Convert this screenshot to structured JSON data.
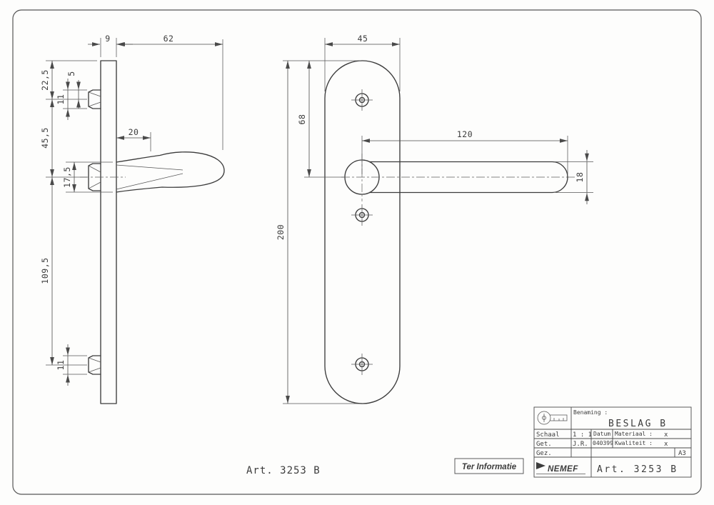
{
  "side_view": {
    "plate_thickness": "9",
    "handle_length": "62",
    "dim_22_5": "22,5",
    "dim_5": "5",
    "dim_11_top": "11",
    "dim_45_5": "45,5",
    "dim_20": "20",
    "dim_17_5": "17,5",
    "dim_109_5": "109,5",
    "dim_11_bottom": "11"
  },
  "front_view": {
    "plate_width": "45",
    "dim_68": "68",
    "plate_height": "200",
    "lever_length": "120",
    "lever_height": "18"
  },
  "annotations": {
    "art_number": "Art.  3253 B",
    "stamp": "Ter Informatie"
  },
  "title_block": {
    "benaming_label": "Benaming :",
    "benaming_value": "BESLAG  B",
    "schaal_label": "Schaal",
    "schaal_value": "1 : 1",
    "datum_label": "Datum",
    "datum_value": "040399",
    "materiaal_label": "Materiaal :",
    "materiaal_value": "x",
    "kwaliteit_label": "Kwaliteit :",
    "kwaliteit_value": "x",
    "get_label": "Get.",
    "get_value": "J.R.",
    "gez_label": "Gez.",
    "format": "A3",
    "brand": "NEMEF",
    "art_value": "Art.  3253 B"
  },
  "colors": {
    "line": "#3c3c3c",
    "background": "#fdfdfc",
    "stamp_fill": "#eceae6"
  }
}
